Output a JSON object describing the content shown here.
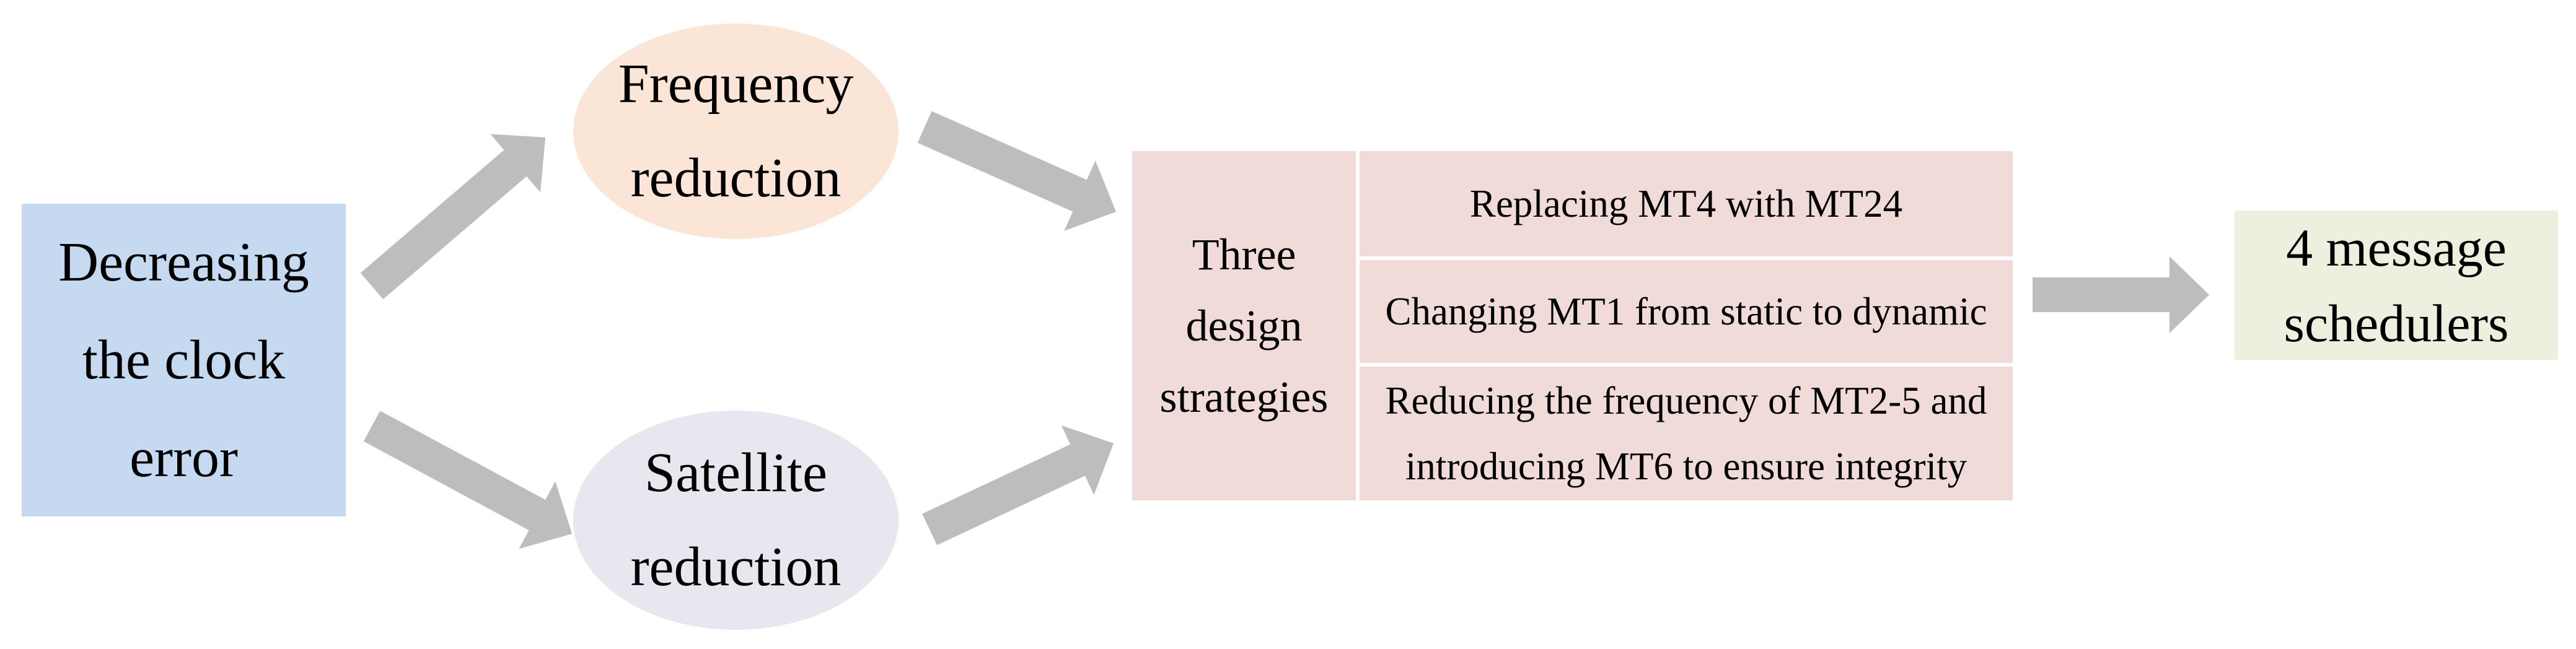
{
  "diagram": {
    "arrow_color": "#bdbdbd",
    "text_color": "#000000",
    "source_node": {
      "label": "Decreasing the clock error",
      "lines": [
        "Decreasing",
        "the clock",
        "error"
      ],
      "color": "#c5d9f1"
    },
    "branches": [
      {
        "label": "Frequency reduction",
        "lines": [
          "Frequency",
          "reduction"
        ],
        "color": "#fbe5d6"
      },
      {
        "label": "Satellite reduction",
        "lines": [
          "Satellite",
          "reduction"
        ],
        "color": "#e8e6ef"
      }
    ],
    "strategies_table": {
      "color": "#f0dbd9",
      "divider_color": "#ffffff",
      "header": {
        "label": "Three design strategies",
        "lines": [
          "Three",
          "design",
          "strategies"
        ]
      },
      "rows": [
        "Replacing MT4 with MT24",
        "Changing MT1 from static to dynamic",
        "Reducing the frequency of MT2-5 and introducing MT6 to ensure integrity"
      ]
    },
    "result_node": {
      "label": "4 message schedulers",
      "lines": [
        "4 message",
        "schedulers"
      ],
      "color": "#ebf1de"
    },
    "connections": [
      {
        "from": "Decreasing the clock error",
        "to": "Frequency reduction"
      },
      {
        "from": "Decreasing the clock error",
        "to": "Satellite reduction"
      },
      {
        "from": "Frequency reduction",
        "to": "Three design strategies"
      },
      {
        "from": "Satellite reduction",
        "to": "Three design strategies"
      },
      {
        "from": "Three design strategies",
        "to": "4 message schedulers"
      }
    ]
  }
}
